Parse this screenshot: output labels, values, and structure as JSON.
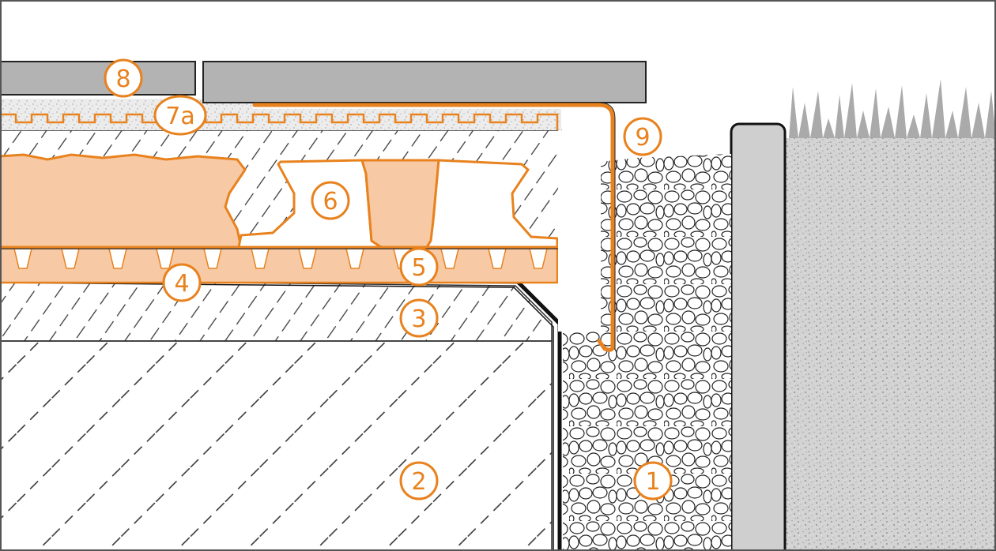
{
  "colors": {
    "accent": "#e8821e",
    "orange_fill": "#f7c9a4",
    "tile": "#b3b3b3",
    "curb": "#cfcfcf",
    "speckle_bg": "#d3d3d3",
    "hatch": "#2b2b2b",
    "membrane": "#111111",
    "grass": "#aaaaaa"
  },
  "callouts": [
    {
      "id": "1",
      "label": "1"
    },
    {
      "id": "2",
      "label": "2"
    },
    {
      "id": "3",
      "label": "3"
    },
    {
      "id": "4",
      "label": "4"
    },
    {
      "id": "5",
      "label": "5"
    },
    {
      "id": "6",
      "label": "6"
    },
    {
      "id": "7a",
      "label": "7a"
    },
    {
      "id": "8",
      "label": "8"
    },
    {
      "id": "9",
      "label": "9"
    }
  ]
}
